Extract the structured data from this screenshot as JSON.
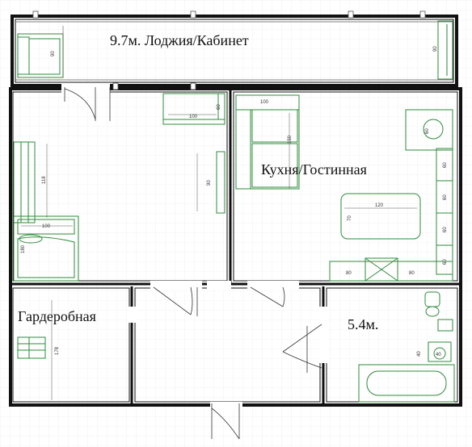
{
  "rooms": {
    "loggia": "9.7м. Лоджия/Кабинет",
    "kitchen_living": "Кухня/Гостинная",
    "wardrobe": "Гардеробная",
    "bathroom_area": "5.4м."
  },
  "dimensions": {
    "loggia_bed_width": "90",
    "loggia_right_width": "90",
    "desk_length": "100",
    "desk_depth": "60",
    "bedroom_wardrobe_length": "118",
    "bedroom_bed_width": "100",
    "bedroom_bed_length": "180",
    "bedroom_tv_width": "90",
    "sofa_width": "100",
    "sofa_length": "150",
    "table_length": "120",
    "table_width": "70",
    "fridge": "60",
    "kitchen_unit_1": "60",
    "kitchen_unit_2": "60",
    "kitchen_unit_3": "60",
    "kitchen_unit_4": "60",
    "kitchen_bottom_left": "80",
    "kitchen_bottom_right": "80",
    "wardrobe_length": "178",
    "washer_depth": "40",
    "washer_width": "40"
  },
  "colors": {
    "wall": "#111111",
    "furniture": "#2e8b3a",
    "grid": "#e8e8ee"
  }
}
